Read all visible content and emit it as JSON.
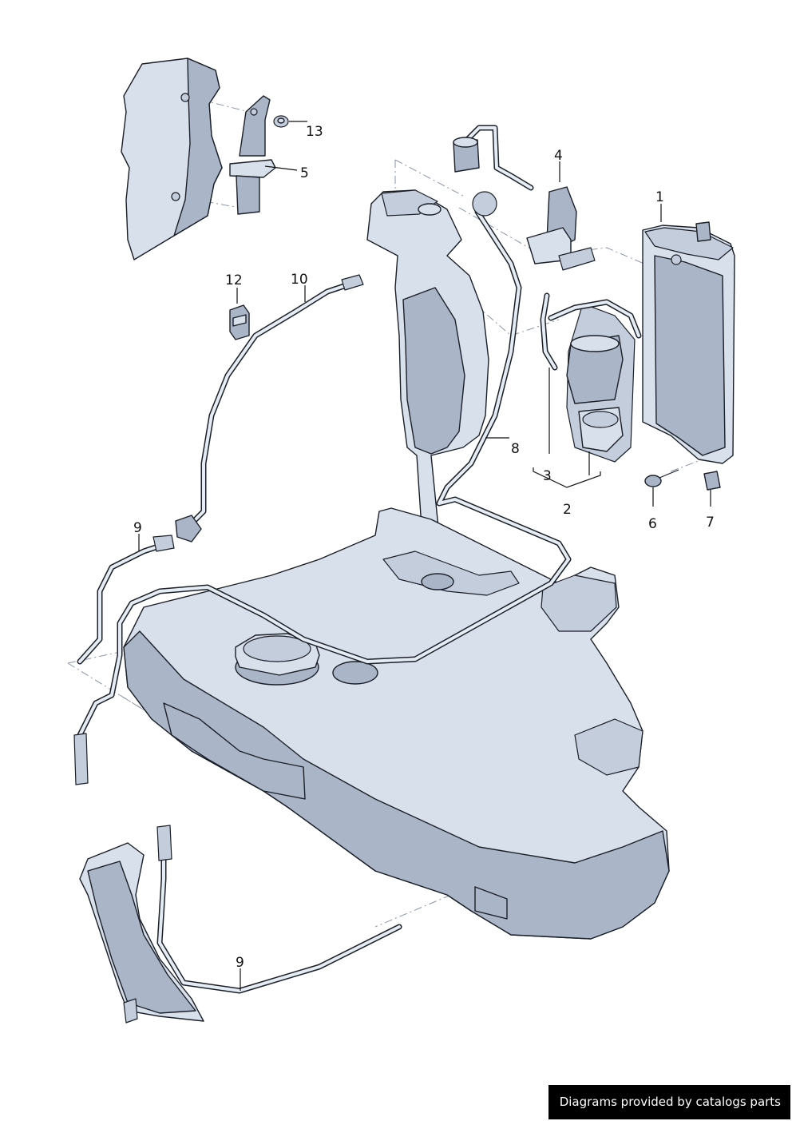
{
  "callouts": {
    "c1": "1",
    "c2": "2",
    "c3": "3",
    "c4": "4",
    "c5": "5",
    "c6": "6",
    "c7": "7",
    "c8": "8",
    "c9a": "9",
    "c9b": "9",
    "c10": "10",
    "c12": "12",
    "c13": "13"
  },
  "credit": "Diagrams provided by catalogs parts",
  "colors": {
    "part_fill": "#d8e0ec",
    "part_shadow": "#aab6c8",
    "outline": "#1a1f28",
    "credit_bg": "#000000",
    "credit_text": "#ffffff"
  }
}
